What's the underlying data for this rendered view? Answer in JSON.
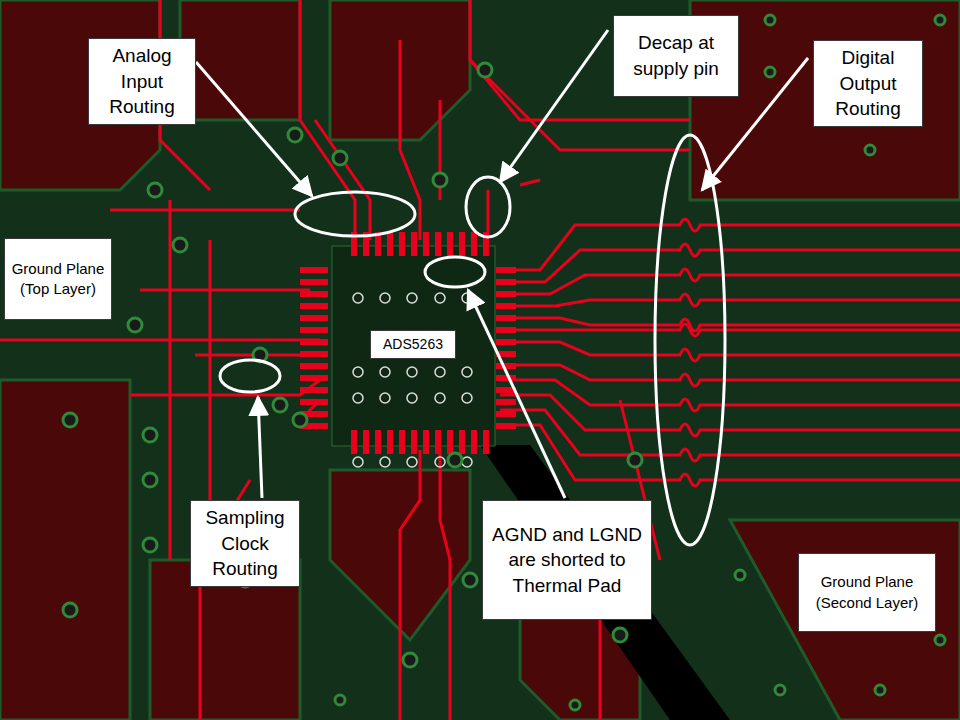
{
  "diagram": {
    "nodes": [
      {
        "text": [
          "Analog Input Routing"
        ]
      },
      {
        "text": [
          "Decap at supply pin"
        ]
      },
      {
        "text": [
          "Digital Output Routing"
        ]
      },
      {
        "text": [
          "Ground Plane (Top Layer)"
        ]
      },
      {
        "text": [
          "ADS5263"
        ]
      },
      {
        "text": [
          "Sampling Clock Routing"
        ]
      },
      {
        "text": [
          "AGND and LGND are shorted to Thermal Pad"
        ]
      },
      {
        "text": [
          "Ground Plane (Second Layer)"
        ]
      }
    ]
  }
}
